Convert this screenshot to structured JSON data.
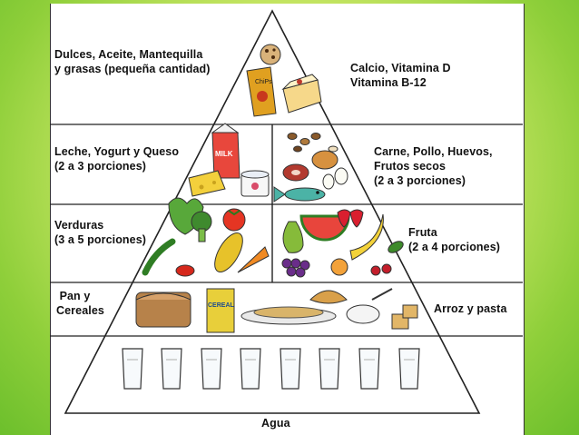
{
  "labels": {
    "dulces": "Dulces, Aceite, Mantequilla\ny grasas (pequeña cantidad)",
    "calcio": "Calcio, Vitamina D\nVitamina B-12",
    "leche": "Leche, Yogurt y Queso\n(2 a 3 porciones)",
    "carne": "Carne, Pollo, Huevos,\nFrutos secos\n(2 a 3 porciones)",
    "verduras": "Verduras\n(3 a 5 porciones)",
    "fruta": "Fruta\n(2 a 4 porciones)",
    "pan": " Pan y\nCereales",
    "arroz": "Arroz y pasta",
    "agua": "Agua"
  },
  "food_text": {
    "chips": "ChiPs",
    "cereal": "CEREAL",
    "milk": "MILK"
  },
  "glasses_count": 8,
  "colors": {
    "background_center": "#f4f7b8",
    "background_edge": "#6cbf2c",
    "outline": "#222222"
  }
}
